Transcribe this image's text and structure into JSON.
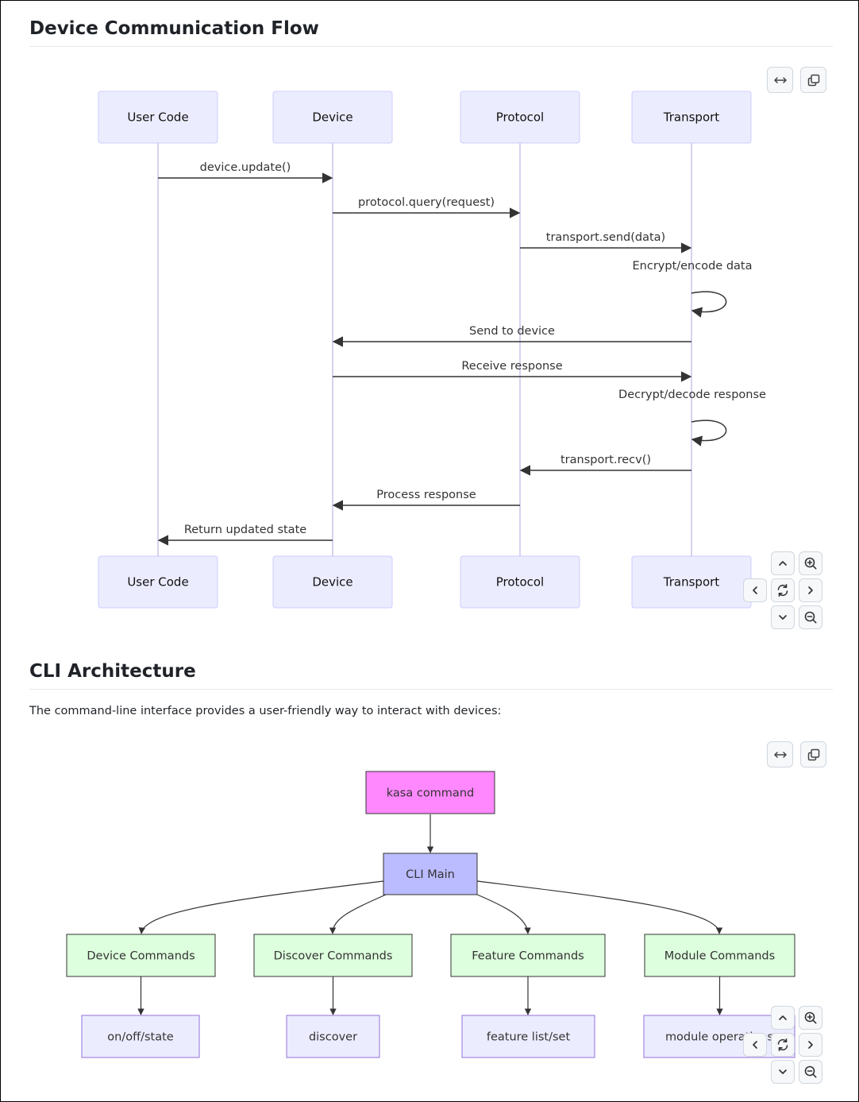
{
  "sections": {
    "comm": {
      "title": "Device Communication Flow"
    },
    "cli": {
      "title": "CLI Architecture",
      "intro": "The command-line interface provides a user-friendly way to interact with devices:"
    }
  },
  "icons": {
    "expand": "expand-horizontal-icon",
    "copy": "copy-icon",
    "pan_up": "chevron-up-icon",
    "pan_down": "chevron-down-icon",
    "pan_left": "chevron-left-icon",
    "pan_right": "chevron-right-icon",
    "zoom_in": "zoom-in-icon",
    "zoom_out": "zoom-out-icon",
    "reset": "reset-icon"
  },
  "sequence": {
    "participants": [
      "User Code",
      "Device",
      "Protocol",
      "Transport"
    ],
    "messages": [
      {
        "from": 0,
        "to": 1,
        "label": "device.update()"
      },
      {
        "from": 1,
        "to": 2,
        "label": "protocol.query(request)"
      },
      {
        "from": 2,
        "to": 3,
        "label": "transport.send(data)"
      },
      {
        "from": 3,
        "to": 3,
        "label": "Encrypt/encode data"
      },
      {
        "from": 3,
        "to": 1,
        "label": "Send to device"
      },
      {
        "from": 1,
        "to": 3,
        "label": "Receive response"
      },
      {
        "from": 3,
        "to": 3,
        "label": "Decrypt/decode response"
      },
      {
        "from": 3,
        "to": 2,
        "label": "transport.recv()"
      },
      {
        "from": 2,
        "to": 1,
        "label": "Process response"
      },
      {
        "from": 1,
        "to": 0,
        "label": "Return updated state"
      }
    ]
  },
  "flowchart": {
    "root": "kasa command",
    "main": "CLI Main",
    "groups": [
      {
        "label": "Device Commands",
        "child": "on/off/state"
      },
      {
        "label": "Discover Commands",
        "child": "discover"
      },
      {
        "label": "Feature Commands",
        "child": "feature list/set"
      },
      {
        "label": "Module Commands",
        "child": "module operations"
      }
    ],
    "colors": {
      "root_fill": "#ff88ff",
      "root_stroke": "#333333",
      "main_fill": "#bbbbff",
      "main_stroke": "#333333",
      "group_fill": "#ddffdd",
      "group_stroke": "#333333",
      "leaf_fill": "#ececff",
      "leaf_stroke": "#9370db"
    }
  },
  "colors": {
    "actor_fill": "#ececff",
    "actor_stroke": "#ccccff",
    "lifeline": "#c9c3ea",
    "arrow": "#333333",
    "text": "#333333"
  }
}
